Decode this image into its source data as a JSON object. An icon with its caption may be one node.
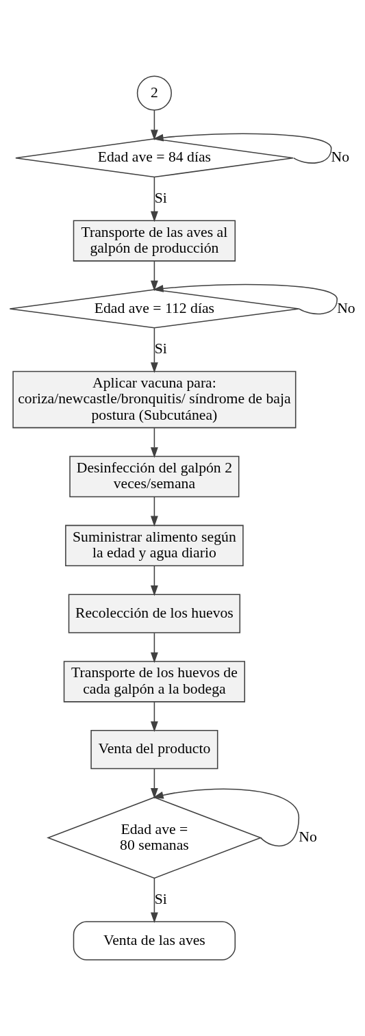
{
  "diagram": {
    "nodes": [
      {
        "text": [
          "2"
        ]
      },
      {
        "text": [
          "Edad ave = 84 días"
        ]
      },
      {
        "text": [
          "Transporte de las aves al galpón de producción"
        ]
      },
      {
        "text": [
          "Edad ave = 112 días"
        ]
      },
      {
        "text": [
          "Aplicar vacuna para: coriza/newcastle/bronquitis/ síndrome de baja postura (Subcutánea)"
        ]
      },
      {
        "text": [
          "Desinfección del galpón 2 veces/semana"
        ]
      },
      {
        "text": [
          "Suministrar alimento según la edad y agua diario"
        ]
      },
      {
        "text": [
          "Recolección de los huevos"
        ]
      },
      {
        "text": [
          "Transporte de los huevos de cada galpón a la bodega"
        ]
      },
      {
        "text": [
          "Venta del producto"
        ]
      },
      {
        "text": [
          "Edad ave = 80 semanas"
        ]
      },
      {
        "text": [
          "Venta de las aves"
        ]
      }
    ],
    "edges": [
      {
        "from": 0,
        "to": 1,
        "arrow": "to"
      },
      {
        "from": 1,
        "to": 1,
        "arrow": "to",
        "label": "No"
      },
      {
        "from": 1,
        "to": 2,
        "arrow": "to",
        "label": "Si"
      },
      {
        "from": 2,
        "to": 3,
        "arrow": "to"
      },
      {
        "from": 3,
        "to": 3,
        "arrow": "to",
        "label": "No"
      },
      {
        "from": 3,
        "to": 4,
        "arrow": "to",
        "label": "Si"
      },
      {
        "from": 4,
        "to": 5,
        "arrow": "to"
      },
      {
        "from": 5,
        "to": 6,
        "arrow": "to"
      },
      {
        "from": 6,
        "to": 7,
        "arrow": "to"
      },
      {
        "from": 7,
        "to": 8,
        "arrow": "to"
      },
      {
        "from": 8,
        "to": 9,
        "arrow": "to"
      },
      {
        "from": 9,
        "to": 10,
        "arrow": "to"
      },
      {
        "from": 10,
        "to": 10,
        "arrow": "to",
        "label": "No"
      },
      {
        "from": 10,
        "to": 11,
        "arrow": "to",
        "label": "Si"
      }
    ]
  }
}
